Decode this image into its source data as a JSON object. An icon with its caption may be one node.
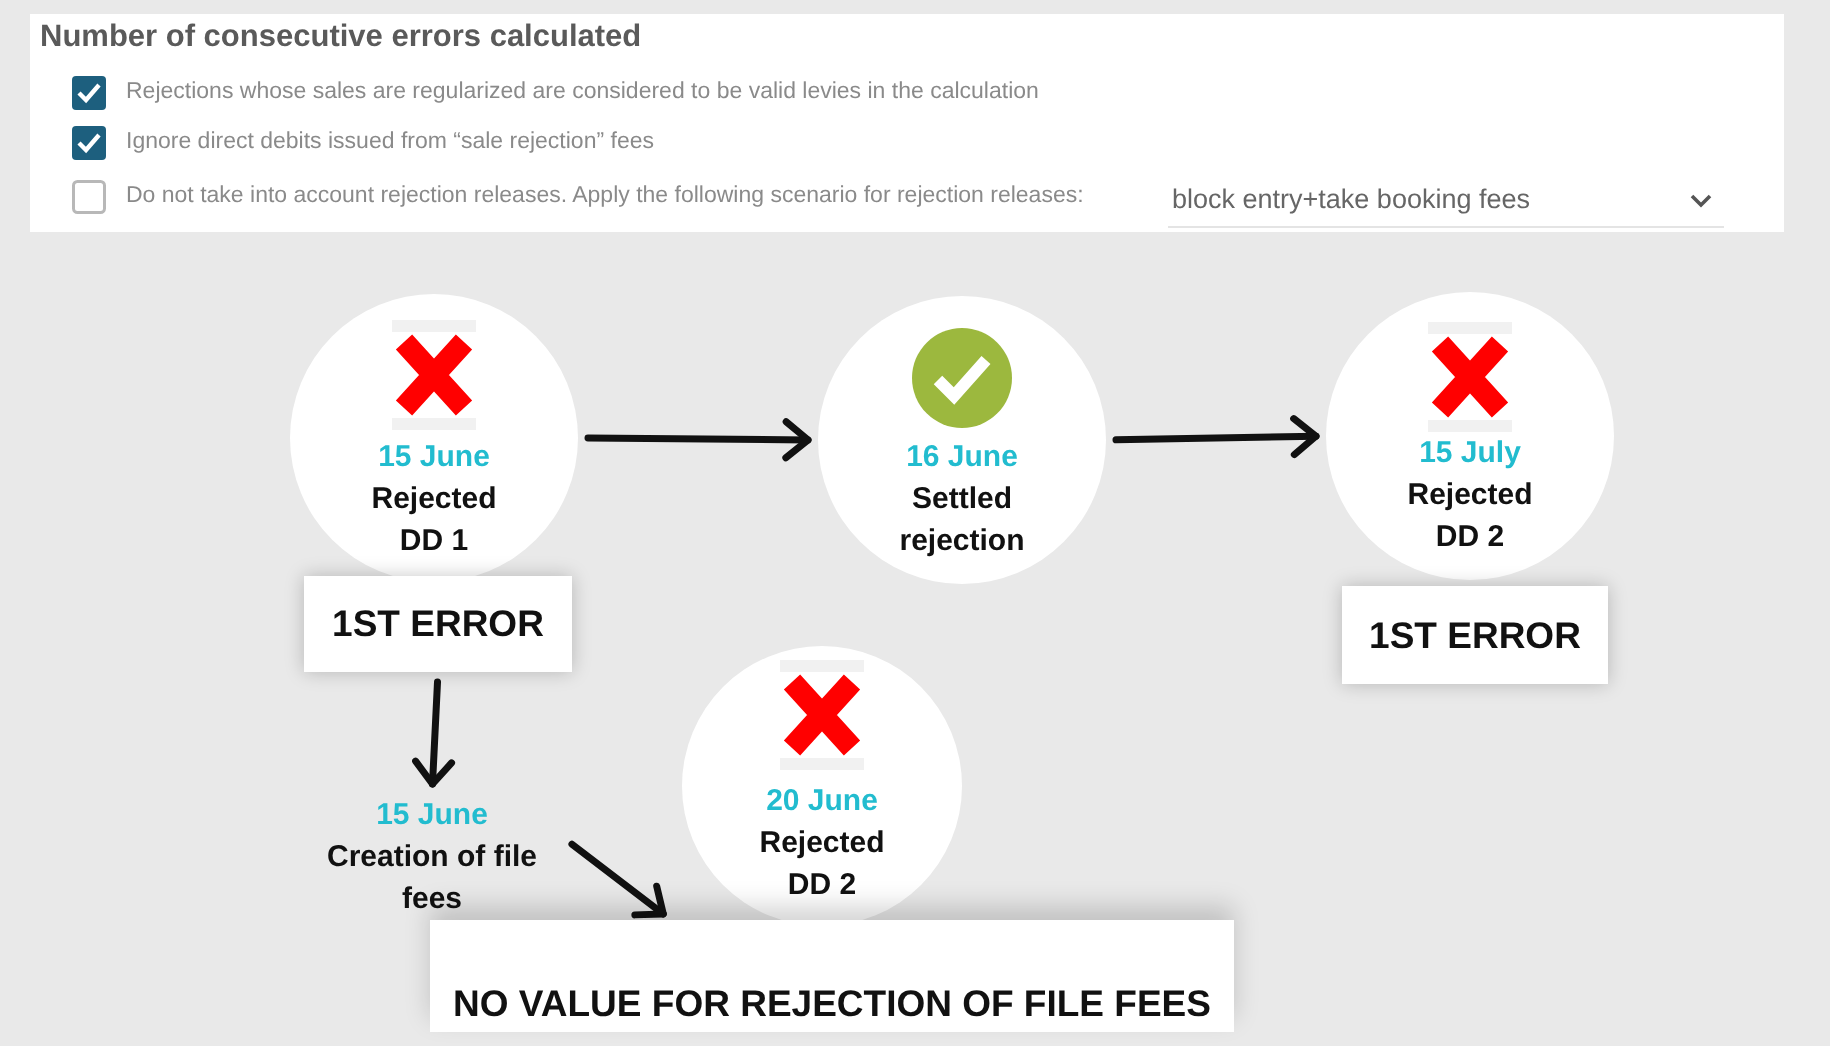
{
  "diagram": {
    "title": "Number of consecutive errors calculated",
    "nodes": [
      {
        "text": [
          "15 June",
          "Rejected DD 1"
        ]
      },
      {
        "text": [
          "16 June",
          "Settled rejection"
        ]
      },
      {
        "text": [
          "15 July",
          "Rejected DD 2"
        ]
      },
      {
        "text": [
          "1ST ERROR"
        ]
      },
      {
        "text": [
          "1ST ERROR"
        ]
      },
      {
        "text": [
          "15 June",
          "Creation of file fees"
        ]
      },
      {
        "text": [
          "20 June",
          "Rejected DD 2"
        ]
      },
      {
        "text": [
          "NO VALUE FOR REJECTION OF FILE FEES"
        ]
      }
    ],
    "edges": [
      {
        "from": 0,
        "to": 1,
        "arrow": "to"
      },
      {
        "from": 1,
        "to": 2,
        "arrow": "to"
      },
      {
        "from": 3,
        "to": 5,
        "arrow": "to"
      },
      {
        "from": 5,
        "to": 7,
        "arrow": "to"
      }
    ],
    "labels": [
      "Rejections whose sales are regularized are considered to be valid levies in the calculation",
      "Ignore direct debits issued from “sale rejection” fees",
      "Do not take into account rejection releases. Apply the following scenario for rejection releases:",
      "block entry+take booking fees"
    ]
  }
}
